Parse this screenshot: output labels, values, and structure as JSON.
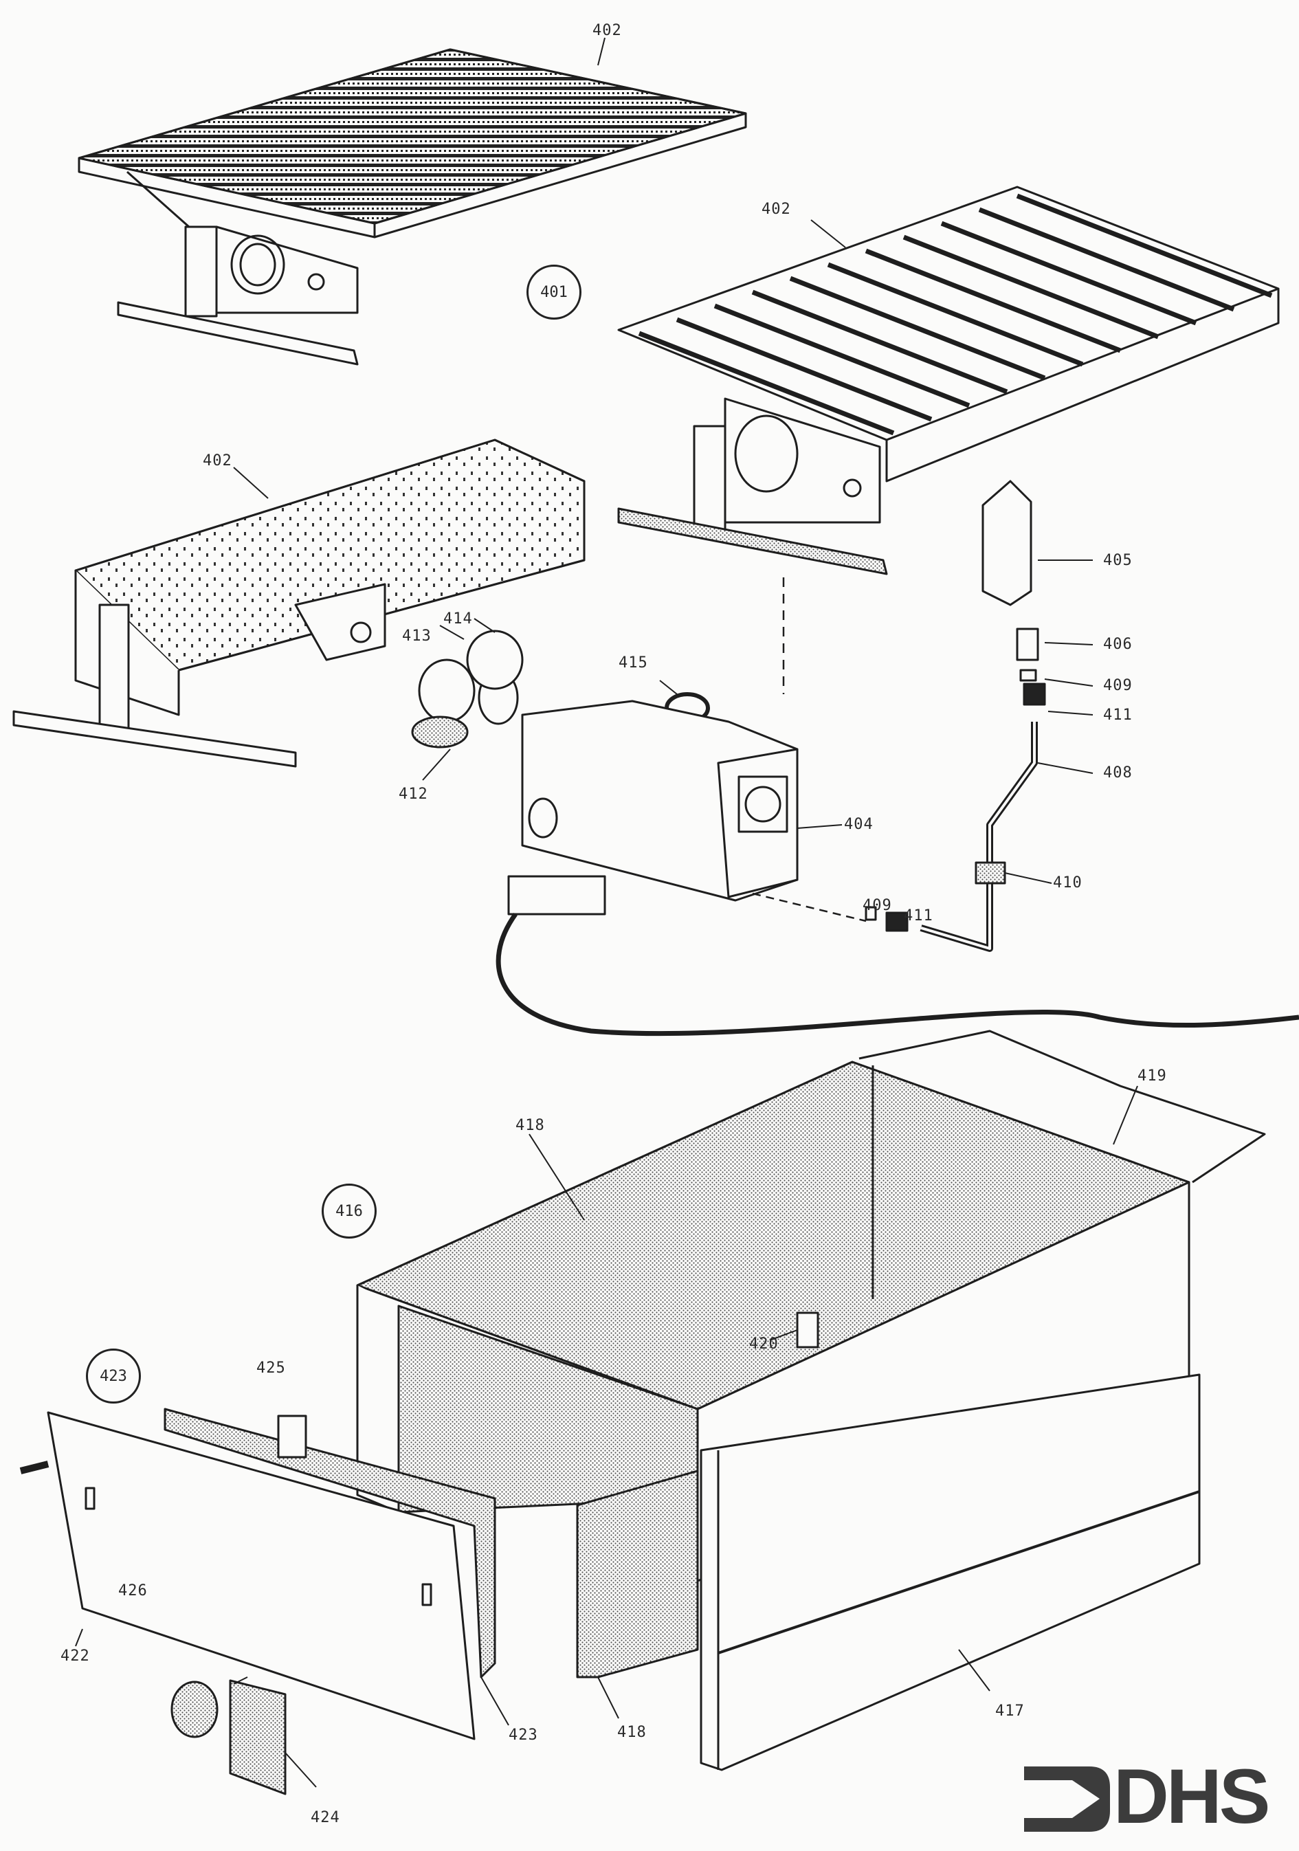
{
  "diagram": {
    "type": "exploded-parts-view",
    "colors": {
      "line": "#1e1e1e",
      "hatch": "#8a8a8a",
      "paper": "#fbfbfa",
      "logo": "#3c3c3c"
    },
    "group_callouts": {
      "burner_group": "401",
      "housing_group": "416",
      "front_panel_group": "423"
    },
    "part_labels": {
      "burner_top_left": "402",
      "burner_top_right": "402",
      "burner_mid_left": "402",
      "gas_valve": "404",
      "thermocouple_holder": "405",
      "nut_upper": "406",
      "ring_upper": "409",
      "fitting_upper": "411",
      "pipe": "408",
      "pipe_clip": "410",
      "ring_lower": "409",
      "fitting_lower": "411",
      "elbow_seal": "412",
      "elbow": "413",
      "elbow_nut": "414",
      "o_ring": "415",
      "outer_housing": "417",
      "insulation_left": "418",
      "insulation_back": "418",
      "inner_box": "419",
      "clip": "420",
      "front_panel": "422",
      "front_insulation": "423",
      "window": "424",
      "panel_clip": "425",
      "round_cap": "426"
    },
    "logo": {
      "text": "DHS"
    }
  }
}
